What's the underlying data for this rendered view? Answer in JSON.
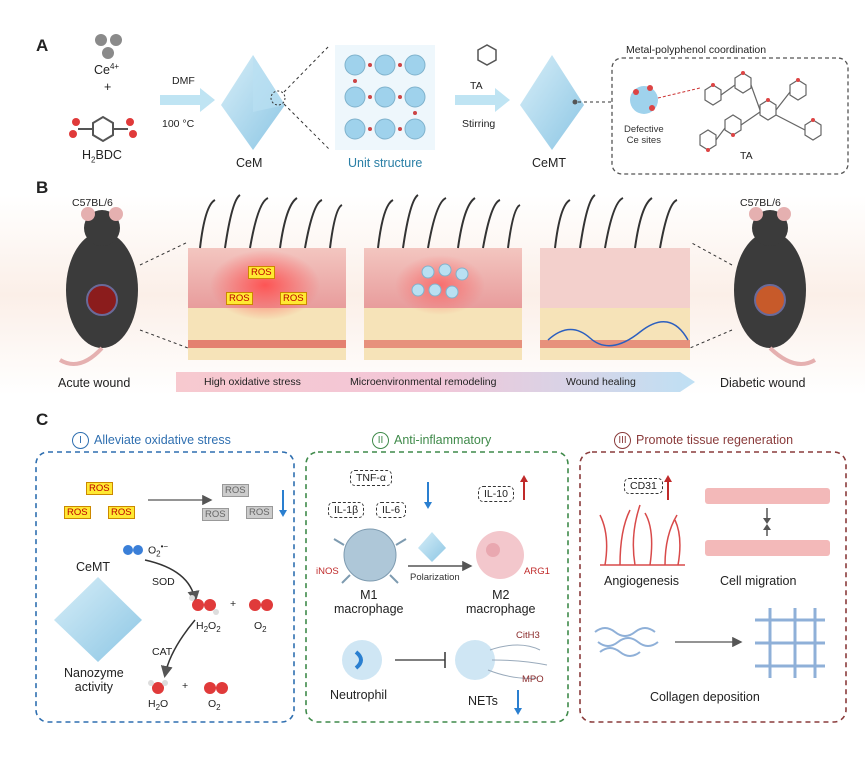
{
  "panelA": {
    "letter": "A",
    "ce": "Ce",
    "ce_charge": "4+",
    "plus": "+",
    "linker": "H",
    "linker_sub": "2",
    "linker_rest": "BDC",
    "solvent": "DMF",
    "temperature": "100 °C",
    "cem": "CeM",
    "unit_structure": "Unit structure",
    "ta_top": "TA",
    "stirring": "Stirring",
    "cemt": "CeMT",
    "coordination_title": "Metal-polyphenol coordination",
    "defective_sites": "Defective\nCe sites",
    "ta_right": "TA"
  },
  "panelB": {
    "letter": "B",
    "strain_left": "C57BL/6",
    "strain_right": "C57BL/6",
    "acute": "Acute wound",
    "diabetic": "Diabetic wound",
    "ros_labels": [
      "ROS",
      "ROS",
      "ROS"
    ],
    "stages": [
      "High oxidative stress",
      "Microenvironmental remodeling",
      "Wound healing"
    ]
  },
  "panelC": {
    "letter": "C",
    "sections": [
      {
        "num": "I",
        "title": "Alleviate oxidative stress",
        "color": "#2f6fb0"
      },
      {
        "num": "II",
        "title": "Anti-inflammatory",
        "color": "#3f8a4a"
      },
      {
        "num": "III",
        "title": "Promote tissue regeneration",
        "color": "#8a3b3b"
      }
    ],
    "s1": {
      "ros": [
        "ROS",
        "ROS",
        "ROS"
      ],
      "ros_gray": [
        "ROS",
        "ROS",
        "ROS"
      ],
      "cemt": "CeMT",
      "superoxide": "O",
      "superoxide_sub": "2",
      "superoxide_sup": "•−",
      "sod": "SOD",
      "h2o2": "H",
      "cat": "CAT",
      "o2": "O",
      "h2o": "H",
      "nanozyme": "Nanozyme\nactivity",
      "plus": "+"
    },
    "s2": {
      "tnf": "TNF-α",
      "il1b": "IL-1β",
      "il6": "IL-6",
      "il10": "IL-10",
      "inos": "iNOS",
      "arg1": "ARG1",
      "polarization": "Polarization",
      "m1": "M1\nmacrophage",
      "m2": "M2\nmacrophage",
      "neutrophil": "Neutrophil",
      "nets": "NETs",
      "cith3": "CitH3",
      "mpo": "MPO"
    },
    "s3": {
      "cd31": "CD31",
      "angiogenesis": "Angiogenesis",
      "migration": "Cell migration",
      "collagen": "Collagen deposition"
    }
  }
}
